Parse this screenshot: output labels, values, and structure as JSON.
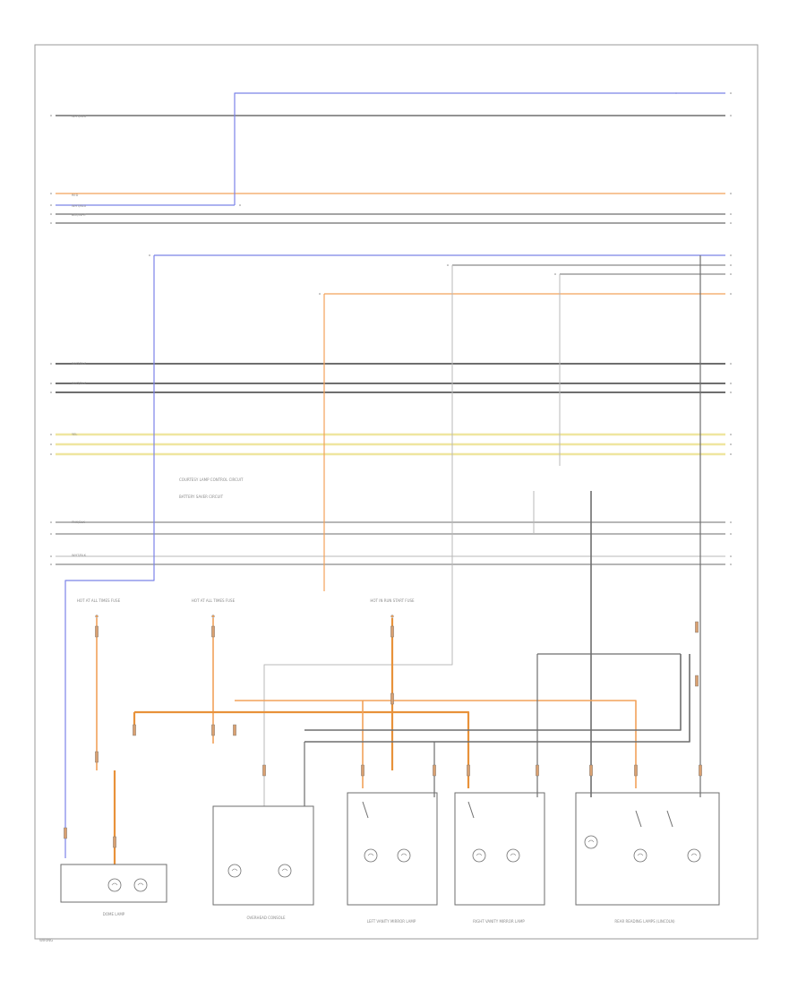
{
  "diagram": {
    "border_color": "#9a9a9a",
    "colors": {
      "blue": "#7b83e8",
      "orange": "#f2a25a",
      "orange_dark": "#e8923a",
      "gray": "#6e6e6e",
      "light_gray": "#b8b8b8",
      "yellow": "#efe6a0",
      "text": "#8a8a8a"
    },
    "footer_code": "WIRING",
    "components": [
      {
        "label": "DOME LAMP"
      },
      {
        "label": "OVERHEAD CONSOLE"
      },
      {
        "label": "LEFT VANITY MIRROR LAMP"
      },
      {
        "label": "RIGHT VANITY MIRROR LAMP"
      },
      {
        "label": "REAR READING LAMPS (LINCOLN)"
      }
    ],
    "fuse_notes": [
      {
        "label": "HOT AT ALL TIMES FUSE"
      },
      {
        "label": "HOT AT ALL TIMES FUSE"
      },
      {
        "label": "HOT IN RUN START FUSE"
      }
    ],
    "legend": [
      {
        "label": "COURTESY LAMP CONTROL CIRCUIT"
      },
      {
        "label": "BATTERY SAVER CIRCUIT"
      }
    ],
    "wire_labels": [
      "WHT/BLK",
      "WHT/BLU",
      "RED",
      "BLK/WHT",
      "GRY",
      "YEL",
      "PNK/BLK"
    ]
  }
}
